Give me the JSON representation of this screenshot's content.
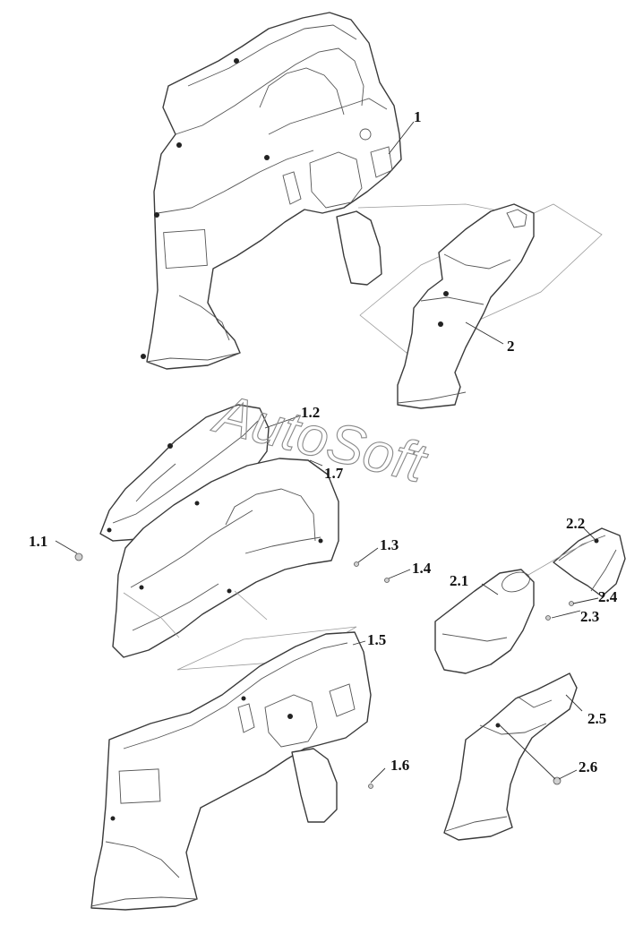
{
  "labels": {
    "p1": "1",
    "p2": "2",
    "p1_1": "1.1",
    "p1_2": "1.2",
    "p1_3": "1.3",
    "p1_4": "1.4",
    "p1_5": "1.5",
    "p1_6": "1.6",
    "p1_7": "1.7",
    "p2_1": "2.1",
    "p2_2": "2.2",
    "p2_3": "2.3",
    "p2_4": "2.4",
    "p2_5": "2.5",
    "p2_6": "2.6"
  },
  "watermark": "AutoSoft"
}
